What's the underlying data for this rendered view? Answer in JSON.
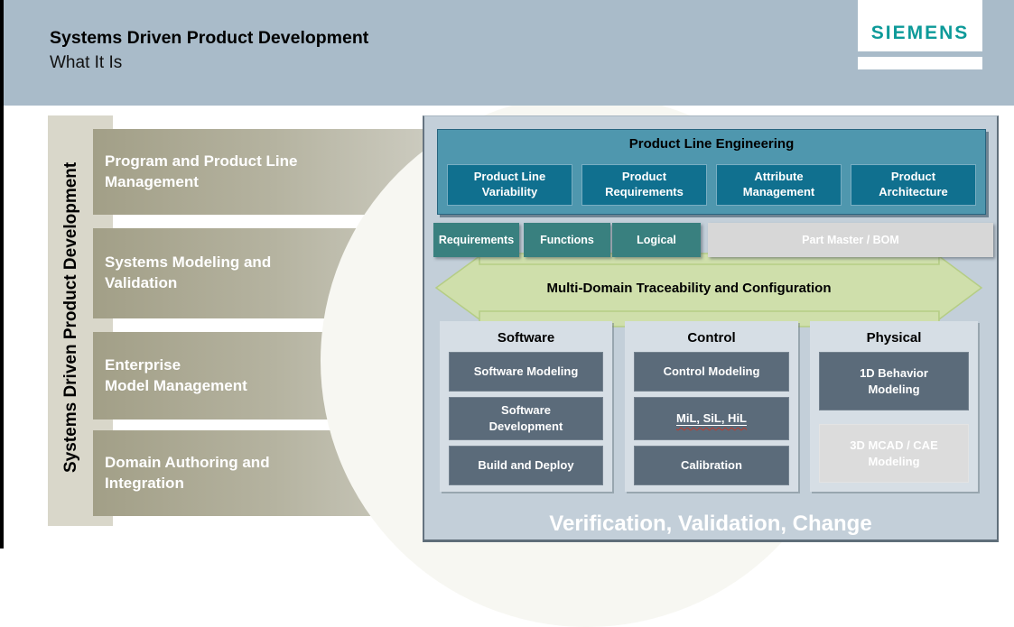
{
  "slide": {
    "title": "Systems Driven Product Development",
    "subtitle": "What It Is",
    "logo_text": "SIEMENS"
  },
  "left": {
    "vertical_label": "Systems Driven Product Development",
    "bars": [
      {
        "label": "Program and Product Line\nManagement"
      },
      {
        "label": "Systems Modeling and\nValidation"
      },
      {
        "label": "Enterprise\nModel Management"
      },
      {
        "label": "Domain Authoring and\nIntegration"
      }
    ]
  },
  "panel": {
    "ple": {
      "title": "Product Line Engineering",
      "items": [
        {
          "label": "Product Line\nVariability"
        },
        {
          "label": "Product\nRequirements"
        },
        {
          "label": "Attribute\nManagement"
        },
        {
          "label": "Product\nArchitecture"
        }
      ]
    },
    "artifacts": [
      {
        "label": "Requirements"
      },
      {
        "label": "Functions"
      },
      {
        "label": "Logical"
      },
      {
        "label": "Part Master / BOM"
      }
    ],
    "arrow": {
      "label": "Multi-Domain Traceability and Configuration"
    },
    "columns": [
      {
        "title": "Software",
        "boxes": [
          {
            "label": "Software Modeling"
          },
          {
            "label": "Software\nDevelopment"
          },
          {
            "label": "Build and Deploy"
          }
        ]
      },
      {
        "title": "Control",
        "boxes": [
          {
            "label": "Control Modeling"
          },
          {
            "label": "MiL, SiL, HiL"
          },
          {
            "label": "Calibration"
          }
        ]
      },
      {
        "title": "Physical",
        "boxes": [
          {
            "label": "1D Behavior\nModeling"
          },
          {
            "label": "3D MCAD / CAE\nModeling"
          }
        ]
      }
    ],
    "footer": {
      "label": "Verification, Validation, Change"
    }
  },
  "colors": {
    "header_blue": "#a9bbc9",
    "siemens_teal": "#0d9a99",
    "bar_olive": "#a29f87",
    "band_beige": "#d9d7ca",
    "panel_gray_blue": "#c3cfd9",
    "ple_teal": "#4f97ae",
    "ple_box_teal_dark": "#10708f",
    "artifact_teal": "#39807f",
    "arrow_green": "#cfdfab",
    "arrow_green_border": "#b5cd85",
    "slate_box": "#5b6b7a",
    "disabled_gray": "#dcdcdc"
  }
}
